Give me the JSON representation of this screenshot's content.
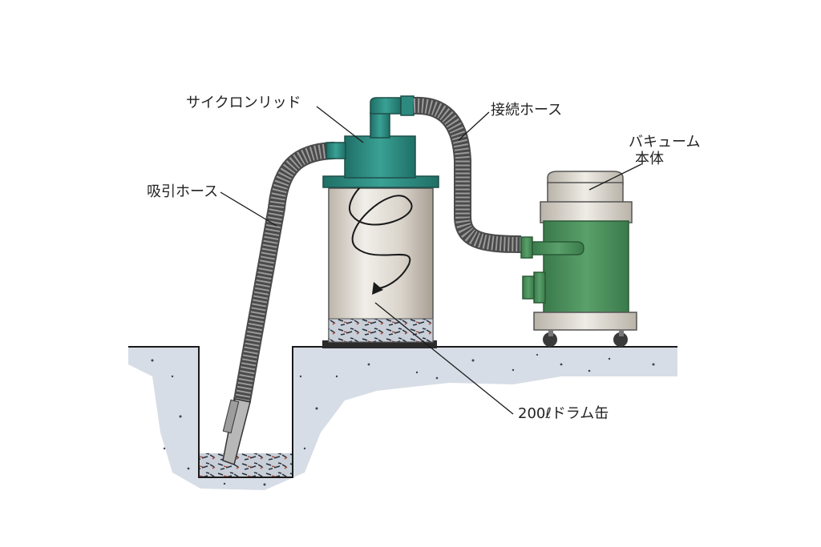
{
  "labels": {
    "cyclone_lid": "サイクロンリッド",
    "connection_hose": "接続ホース",
    "vacuum_main_line1": "バキューム",
    "vacuum_main_line2": "本体",
    "suction_hose": "吸引ホース",
    "drum_can": "200ℓドラム缶"
  },
  "colors": {
    "lid_teal": "#2f8c80",
    "vacuum_green": "#4a8a5a",
    "drum_silver": "#c9c3b9",
    "hose_gray": "#8d8d8d",
    "ground": "#d7dde6"
  },
  "icons": {
    "swirl": "cyclone-swirl-arrow"
  }
}
